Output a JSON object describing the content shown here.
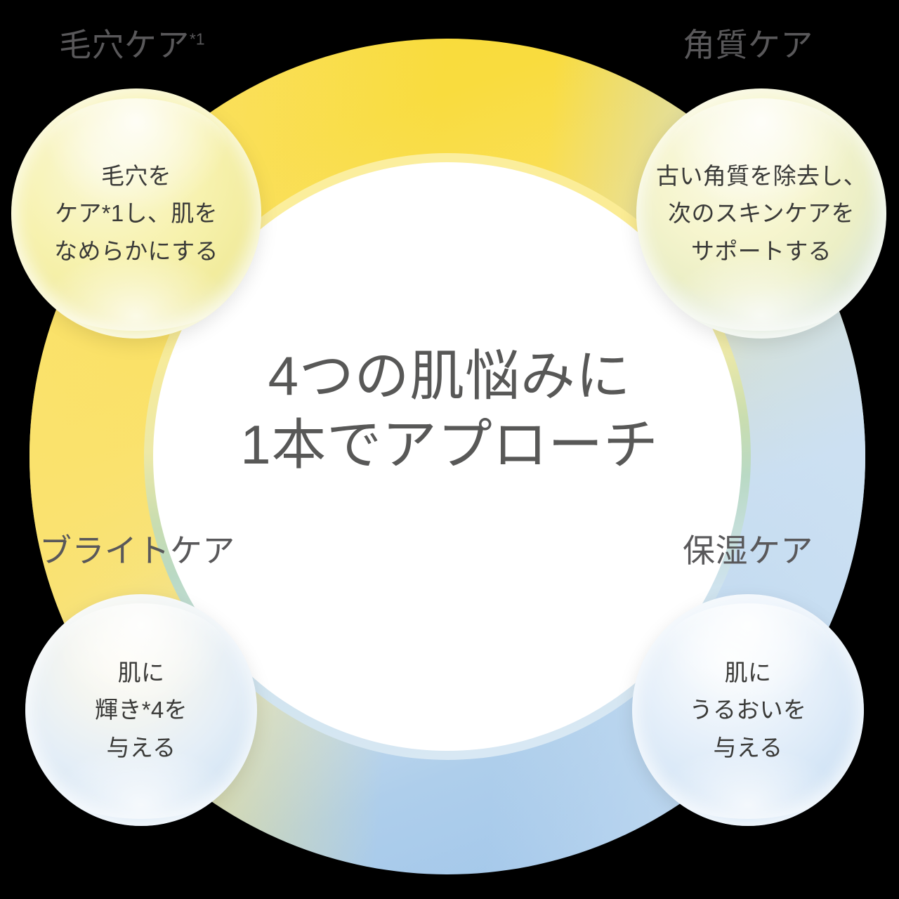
{
  "theme": {
    "background": "#000000",
    "ring_yellow": "#F9DB38",
    "ring_yellow_light": "#FAE066",
    "ring_blue": "#9CC3EA",
    "ring_blue_light": "#C8DEF2",
    "ring_inner_rim_yellow": "#FBEC93",
    "ring_inner_rim_green": "#C9DDB0",
    "center_fill": "#FFFFFF",
    "headline_color": "#585857",
    "label_color": "#59585A",
    "bubble_text_color": "#3A3A38"
  },
  "center": {
    "headline": "4つの肌悩みに\n1本でアプローチ"
  },
  "categories": [
    {
      "id": "pore-care",
      "label": "毛穴ケア",
      "label_sup": "*1",
      "position": "top-left",
      "bubble_text": "毛穴を\nケア*1し、肌を\nなめらかにする",
      "bubble_tint": "#F7F2AF"
    },
    {
      "id": "keratin-care",
      "label": "角質ケア",
      "label_sup": "",
      "position": "top-right",
      "bubble_text": "古い角質を除去し、\n次のスキンケアを\nサポートする",
      "bubble_tint": "#F6F5CE"
    },
    {
      "id": "bright-care",
      "label": "ブライトケア",
      "label_sup": "",
      "position": "bottom-left",
      "bubble_text": "肌に\n輝き*4を\n与える",
      "bubble_tint": "#D2E4F4"
    },
    {
      "id": "moisture-care",
      "label": "保湿ケア",
      "label_sup": "",
      "position": "bottom-right",
      "bubble_text": "肌に\nうるおいを\n与える",
      "bubble_tint": "#CBE0F4"
    }
  ]
}
